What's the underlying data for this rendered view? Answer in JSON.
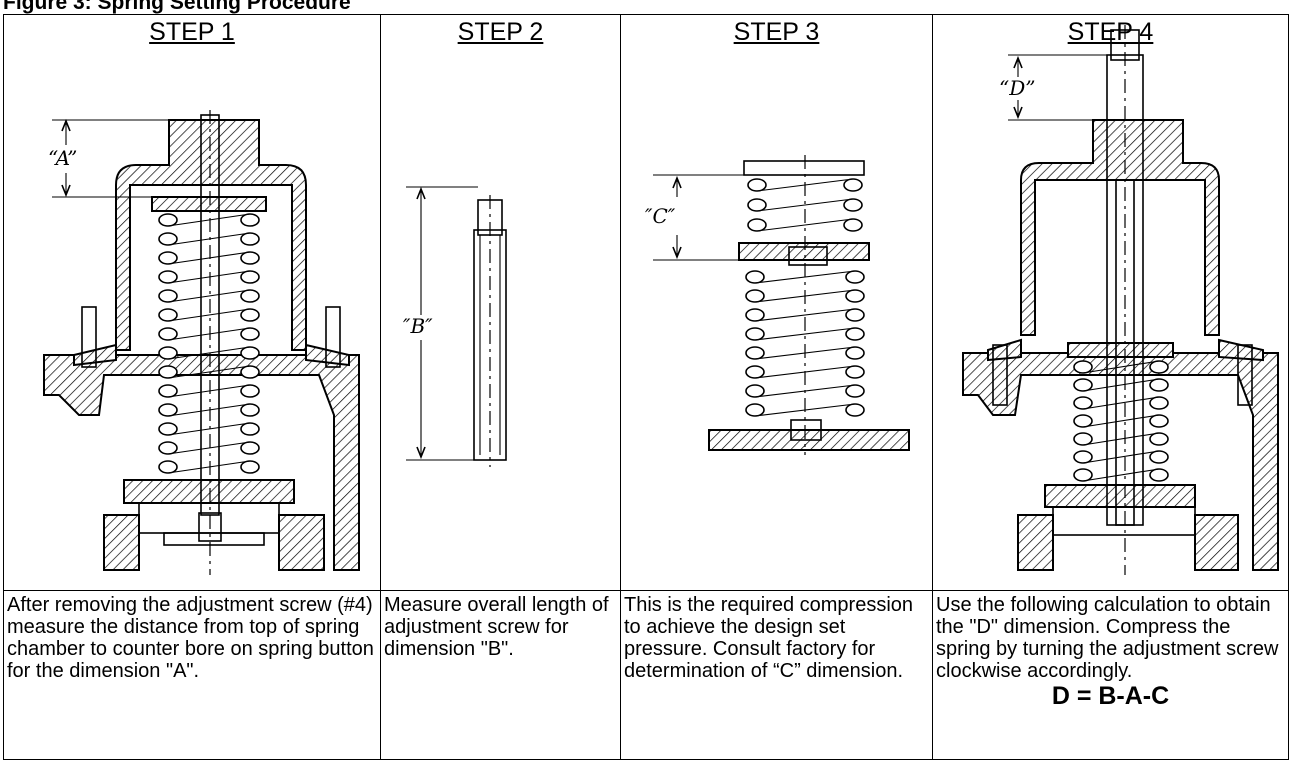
{
  "figure": {
    "title": "Figure 3: Spring Setting Procedure"
  },
  "steps": [
    {
      "title": "STEP 1",
      "dimension_label": "“A”",
      "description": "After removing the adjustment screw (#4) measure the distance from top of spring chamber to counter bore on spring button for the dimension \"A\"."
    },
    {
      "title": "STEP 2",
      "dimension_label": "″B″",
      "description": " Measure overall length of adjustment screw for dimension \"B\"."
    },
    {
      "title": "STEP 3",
      "dimension_label": "″C″",
      "description": "This is the required compression to achieve the design set pressure. Consult factory for determination of “C” dimension."
    },
    {
      "title": "STEP 4",
      "dimension_label": "“D”",
      "description": "Use the following calculation to obtain the \"D\" dimension. Compress the spring by turning the adjustment screw clockwise accordingly.",
      "formula": "D = B-A-C"
    }
  ]
}
